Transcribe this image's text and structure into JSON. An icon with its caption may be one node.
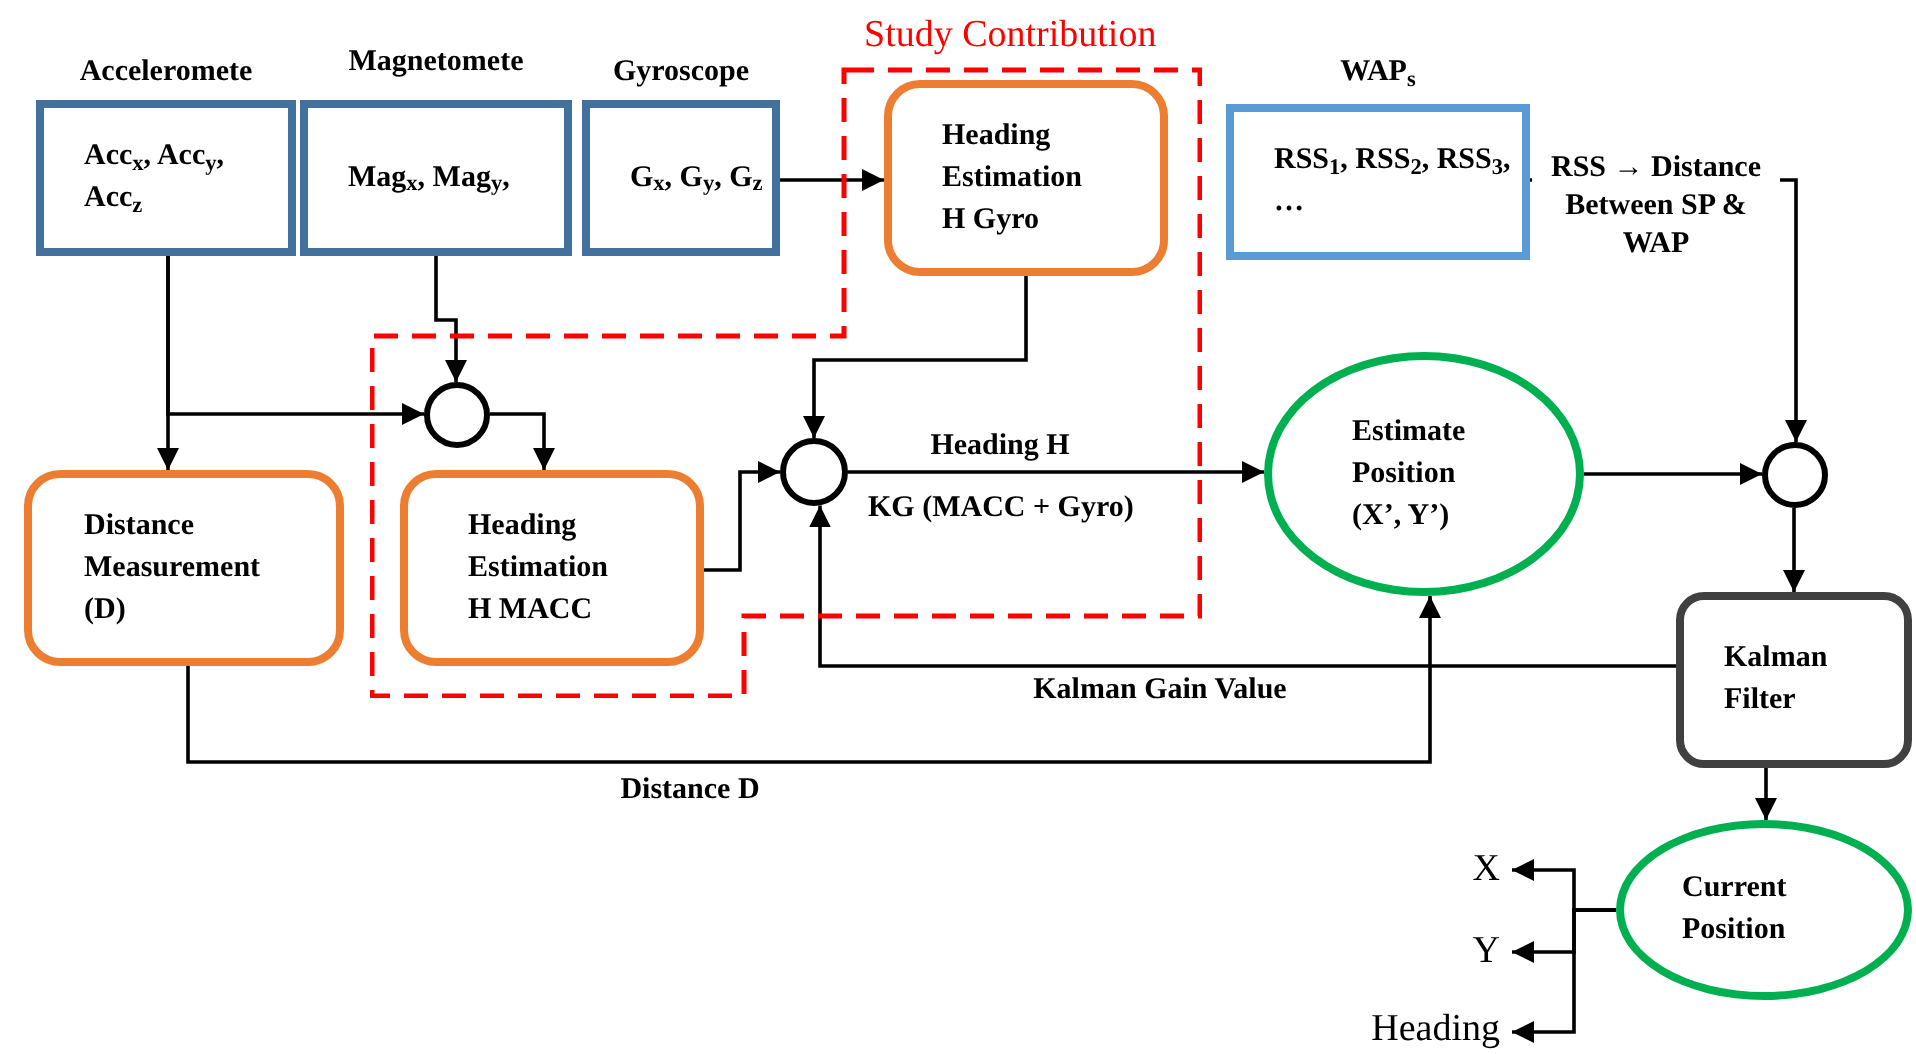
{
  "diagram": {
    "nodes": [
      {
        "text": [
          "Acceleromete",
          "Acc$_{x}$, Acc$_{y}$, Acc$_{z}$"
        ]
      },
      {
        "text": [
          "Magnetomete",
          "Mag$_{x}$, Mag$_{y}$,"
        ]
      },
      {
        "text": [
          "Gyroscope",
          "G$_{x}$, G$_{y}$, G$_{z}$"
        ]
      },
      {
        "text": [
          "Study Contribution"
        ]
      },
      {
        "text": [
          "Heading Estimation H Gyro"
        ],
        "in": 3
      },
      {
        "text": [
          "WAP$_{s}$",
          "RSS$_{1}$, RSS$_{2}$, RSS$_{3}$, …"
        ]
      },
      {
        "text": [],
        "shape": "circle",
        "in": 3
      },
      {
        "text": [
          "Distance Measurement (D)"
        ]
      },
      {
        "text": [
          "Heading Estimation H MACC"
        ],
        "in": 3
      },
      {
        "text": [],
        "shape": "circle",
        "in": 3
      },
      {
        "text": [
          "Estimate Position (X’, Y’)"
        ]
      },
      {
        "text": [],
        "shape": "circle"
      },
      {
        "text": [
          "Kalman Filter"
        ]
      },
      {
        "text": [
          "Current Position"
        ]
      },
      {
        "text": [
          "X"
        ]
      },
      {
        "text": [
          "Y"
        ]
      },
      {
        "text": [
          "Heading"
        ]
      }
    ],
    "edges": [
      {
        "from": 0,
        "to": 6,
        "arrow": "to"
      },
      {
        "from": 0,
        "to": 7,
        "arrow": "to"
      },
      {
        "from": 1,
        "to": 6,
        "arrow": "to"
      },
      {
        "from": 6,
        "to": 8,
        "arrow": "to"
      },
      {
        "from": 2,
        "to": 4,
        "arrow": "to"
      },
      {
        "from": 4,
        "to": 9,
        "arrow": "to"
      },
      {
        "from": 8,
        "to": 9,
        "arrow": "to"
      },
      {
        "from": 12,
        "to": 9,
        "arrow": "to",
        "label": "Kalman Gain Value"
      },
      {
        "from": 9,
        "to": 10,
        "arrow": "to",
        "label": "Heading H"
      },
      {
        "from": 7,
        "to": 10,
        "arrow": "to",
        "label": "Distance D"
      },
      {
        "from": 5,
        "to": 11,
        "arrow": "to",
        "label": "RSS → Distance Between SP & WAP"
      },
      {
        "from": 10,
        "to": 11,
        "arrow": "to"
      },
      {
        "from": 11,
        "to": 12,
        "arrow": "to"
      },
      {
        "from": 12,
        "to": 13,
        "arrow": "to"
      },
      {
        "from": 13,
        "to": 14,
        "arrow": "to"
      },
      {
        "from": 13,
        "to": 15,
        "arrow": "to"
      },
      {
        "from": 13,
        "to": 16,
        "arrow": "to"
      }
    ],
    "labels": [
      "KG (MACC + Gyro)"
    ]
  }
}
